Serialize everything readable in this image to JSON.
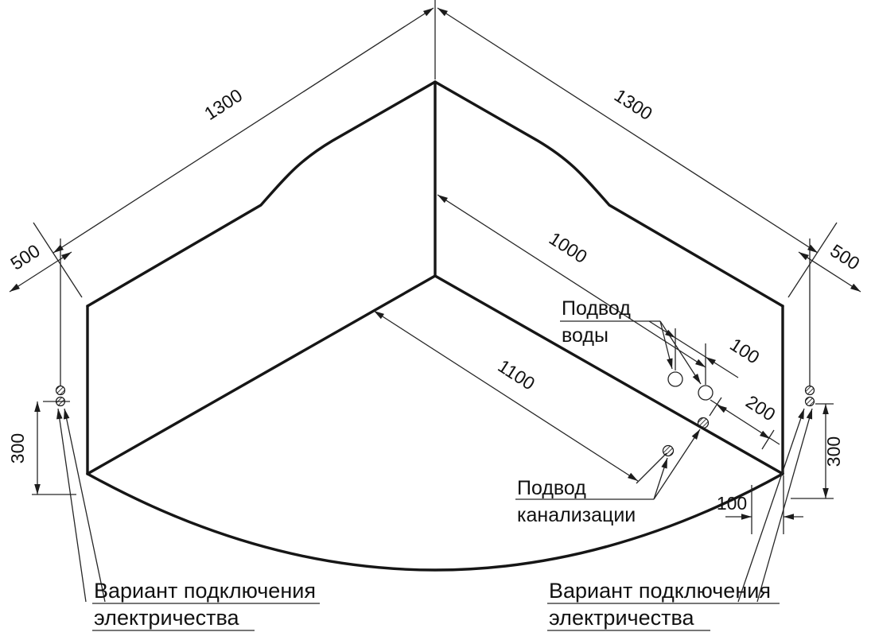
{
  "diagram": {
    "dimensions": {
      "rim_left": "1300",
      "rim_right": "1300",
      "side_left": "500",
      "side_right": "500",
      "water_distance": "1000",
      "drain_distance": "1100",
      "water_spacing": "100",
      "drain_offset": "200",
      "height_left": "300",
      "height_right": "300",
      "corner_offset": "100"
    },
    "callouts": {
      "water": {
        "line1": "Подвод",
        "line2": "воды"
      },
      "drain": {
        "line1": "Подвод",
        "line2": "канализации"
      },
      "electric_left": {
        "line1": "Вариант подключения",
        "line2": "электричества"
      },
      "electric_right": {
        "line1": "Вариант подключения",
        "line2": "электричества"
      }
    },
    "colors": {
      "ink": "#161616",
      "background": "#ffffff"
    }
  }
}
